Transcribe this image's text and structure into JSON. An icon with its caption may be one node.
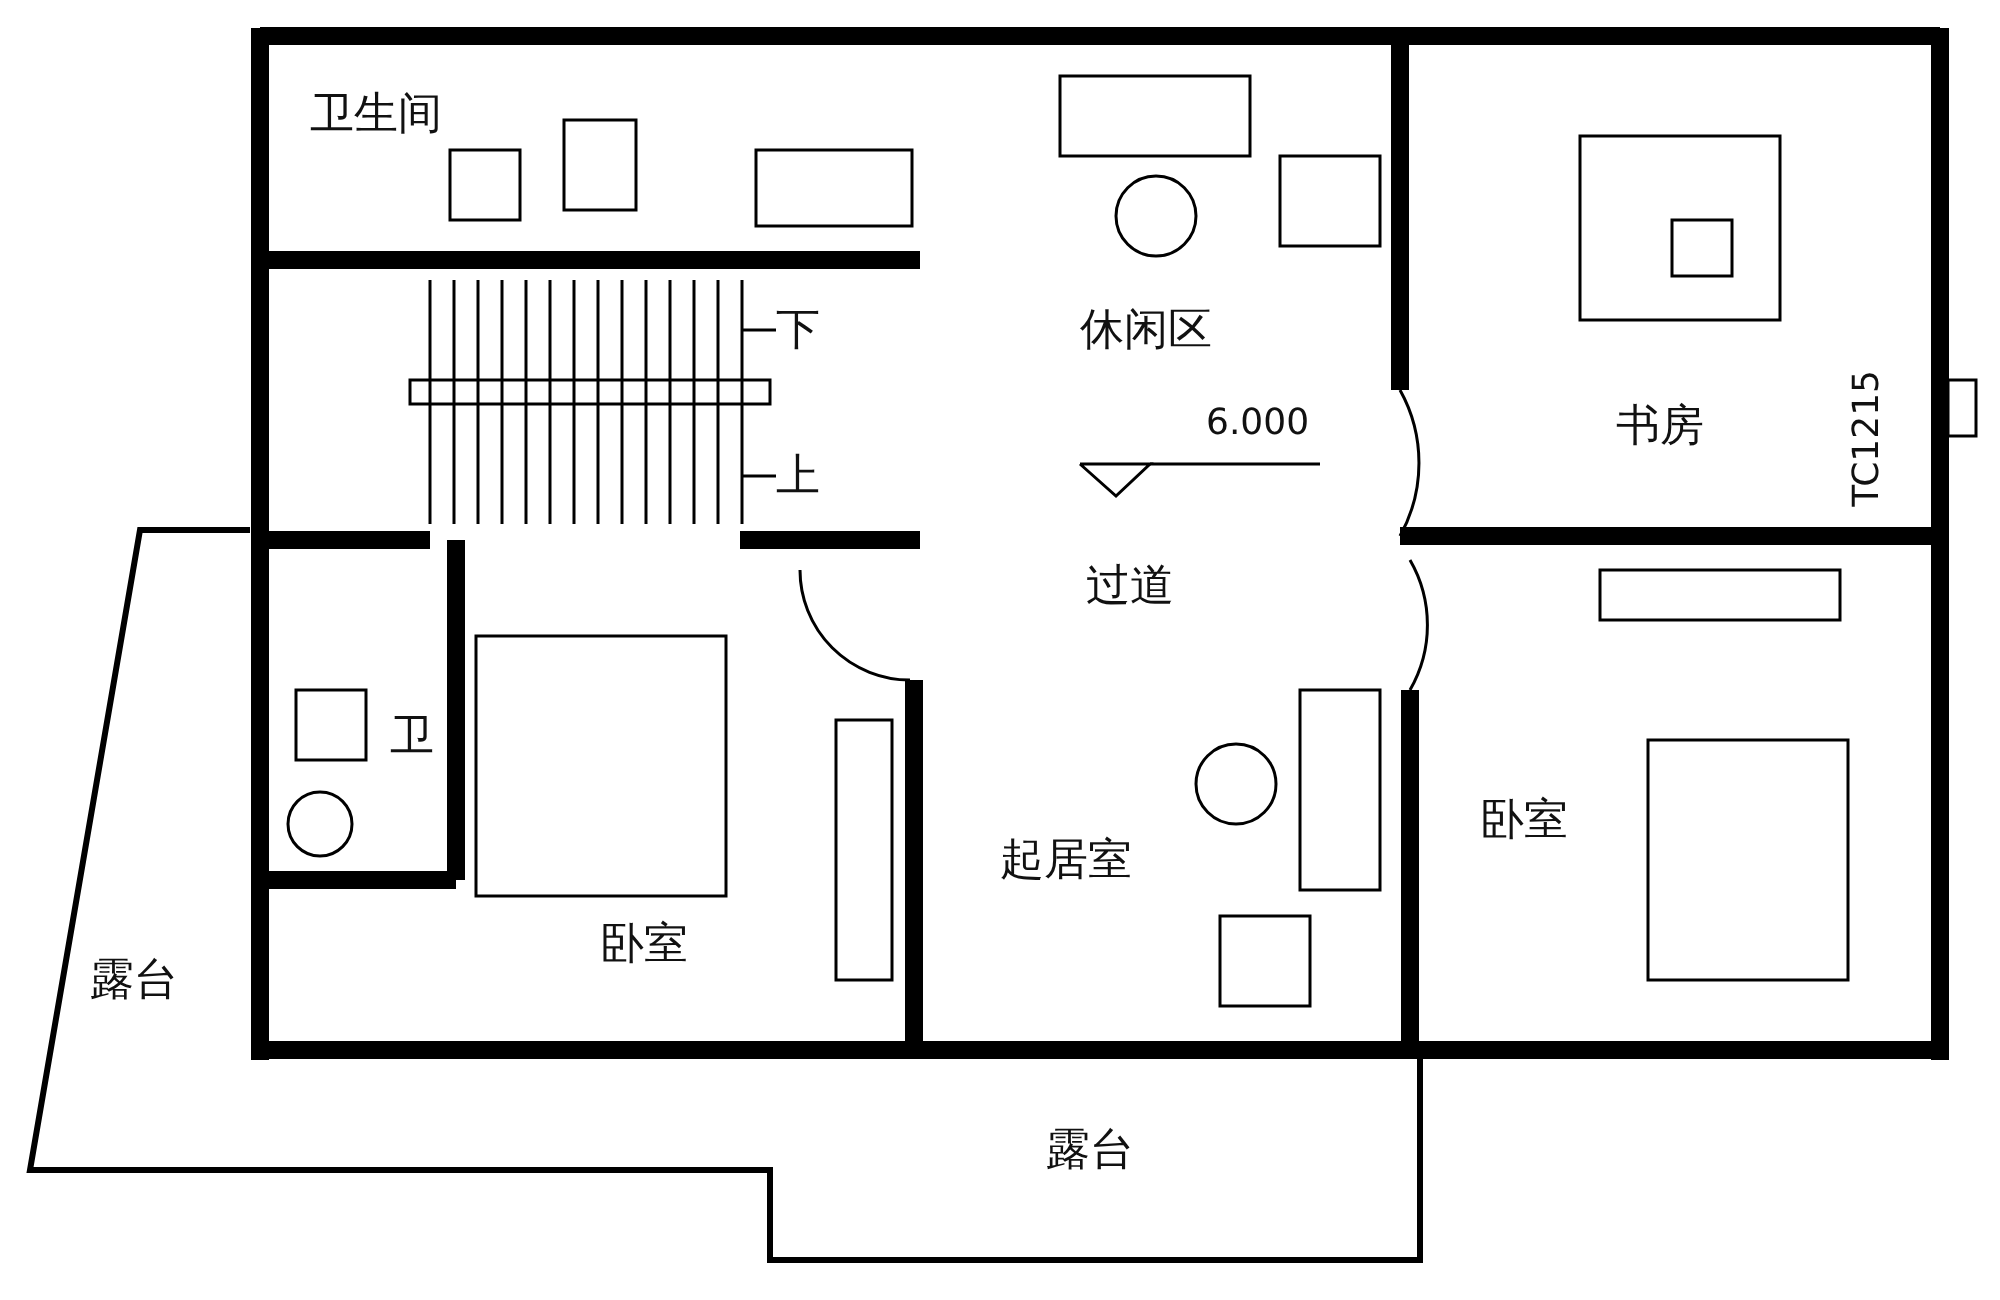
{
  "diagram": {
    "labels": [
      "卫生间",
      "休闲区",
      "下",
      "书房",
      "6.000",
      "上",
      "TC1215",
      "过道",
      "卫",
      "卧室",
      "起居室",
      "卧室",
      "露台",
      "露台"
    ]
  }
}
